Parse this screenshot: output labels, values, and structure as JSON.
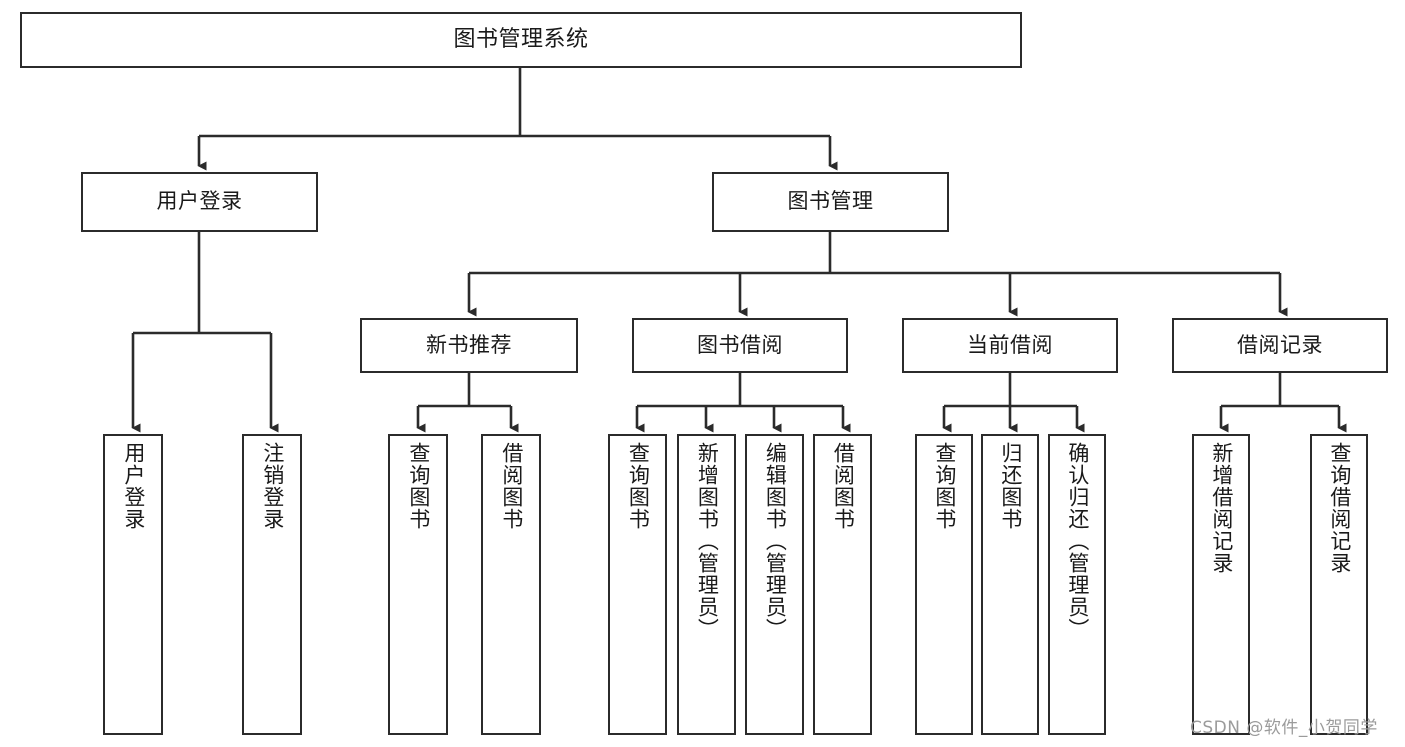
{
  "diagram": {
    "title": "图书管理系统",
    "type": "tree",
    "colors": {
      "box_border": "#2b2b2b",
      "box_fill": "#ffffff",
      "connector": "#2b2b2b",
      "text": "#1a1a1a",
      "watermark": "#9b9b9b",
      "background": "#ffffff"
    },
    "watermark": "CSDN @软件_小贺同学",
    "nodes": {
      "root": {
        "label": "图书管理系统",
        "orientation": "horizontal"
      },
      "level2": [
        {
          "label": "用户登录",
          "orientation": "horizontal"
        },
        {
          "label": "图书管理",
          "orientation": "horizontal"
        }
      ],
      "level3": [
        {
          "label": "新书推荐",
          "orientation": "horizontal"
        },
        {
          "label": "图书借阅",
          "orientation": "horizontal"
        },
        {
          "label": "当前借阅",
          "orientation": "horizontal"
        },
        {
          "label": "借阅记录",
          "orientation": "horizontal"
        }
      ],
      "leaves_user_login": [
        {
          "label": "用户登录",
          "orientation": "vertical"
        },
        {
          "label": "注销登录",
          "orientation": "vertical"
        }
      ],
      "leaves_new_book": [
        {
          "label": "查询图书",
          "orientation": "vertical"
        },
        {
          "label": "借阅图书",
          "orientation": "vertical"
        }
      ],
      "leaves_borrow": [
        {
          "label": "查询图书",
          "orientation": "vertical"
        },
        {
          "label": "新增图书（管理员）",
          "orientation": "vertical"
        },
        {
          "label": "编辑图书（管理员）",
          "orientation": "vertical"
        },
        {
          "label": "借阅图书",
          "orientation": "vertical"
        }
      ],
      "leaves_current": [
        {
          "label": "查询图书",
          "orientation": "vertical"
        },
        {
          "label": "归还图书",
          "orientation": "vertical"
        },
        {
          "label": "确认归还（管理员）",
          "orientation": "vertical"
        }
      ],
      "leaves_records": [
        {
          "label": "新增借阅记录",
          "orientation": "vertical"
        },
        {
          "label": "查询借阅记录",
          "orientation": "vertical"
        }
      ]
    }
  }
}
